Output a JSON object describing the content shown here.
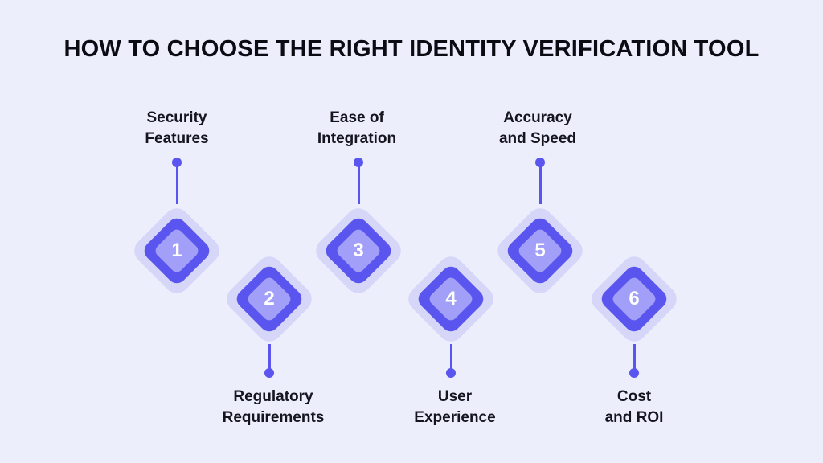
{
  "title": "HOW TO CHOOSE THE RIGHT IDENTITY VERIFICATION TOOL",
  "steps": [
    {
      "number": "1",
      "label_line1": "Security",
      "label_line2": "Features"
    },
    {
      "number": "2",
      "label_line1": "Regulatory",
      "label_line2": "Requirements"
    },
    {
      "number": "3",
      "label_line1": "Ease of",
      "label_line2": "Integration"
    },
    {
      "number": "4",
      "label_line1": "User",
      "label_line2": "Experience"
    },
    {
      "number": "5",
      "label_line1": "Accuracy",
      "label_line2": "and Speed"
    },
    {
      "number": "6",
      "label_line1": "Cost",
      "label_line2": "and ROI"
    }
  ],
  "colors": {
    "background": "#EDEEFC",
    "accent": "#5A55EE",
    "halo": "#D6D7F8",
    "inner": "#A29FF8"
  }
}
